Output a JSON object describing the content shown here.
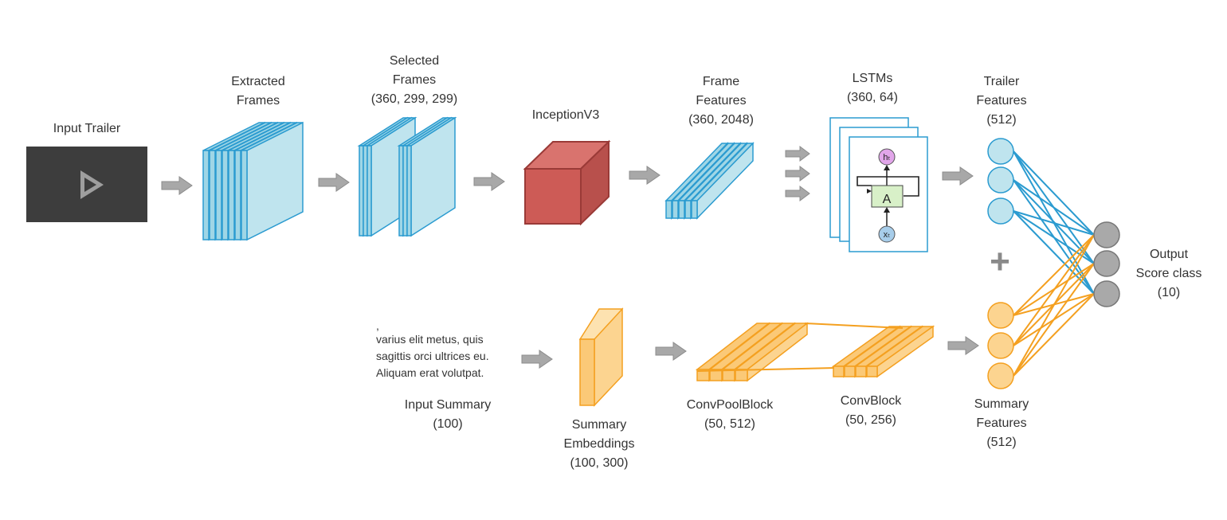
{
  "input_trailer": {
    "label": "Input Trailer"
  },
  "extracted_frames": {
    "label_line1": "Extracted",
    "label_line2": "Frames"
  },
  "selected_frames": {
    "label_line1": "Selected",
    "label_line2": "Frames",
    "shape": "(360, 299, 299)"
  },
  "inception": {
    "label": "InceptionV3"
  },
  "frame_features": {
    "label_line1": "Frame",
    "label_line2": "Features",
    "shape": "(360, 2048)"
  },
  "lstms": {
    "label": "LSTMs",
    "shape": "(360, 64)",
    "cell_label": "A",
    "output_symbol": "hₜ",
    "input_symbol": "xₜ"
  },
  "trailer_features": {
    "label_line1": "Trailer",
    "label_line2": "Features",
    "shape": "(512)"
  },
  "output": {
    "label_line1": "Output",
    "label_line2": "Score class",
    "shape": "(10)"
  },
  "combine_symbol": "+",
  "input_summary": {
    "text_lines": [
      ",",
      "varius elit metus, quis",
      "sagittis orci ultrices eu.",
      "Aliquam erat volutpat."
    ],
    "label": "Input Summary",
    "shape": "(100)"
  },
  "summary_embeddings": {
    "label_line1": "Summary",
    "label_line2": "Embeddings",
    "shape": "(100, 300)"
  },
  "conv_pool_block": {
    "label": "ConvPoolBlock",
    "shape": "(50, 512)"
  },
  "conv_block": {
    "label": "ConvBlock",
    "shape": "(50, 256)"
  },
  "summary_features": {
    "label_line1": "Summary",
    "label_line2": "Features",
    "shape": "(512)"
  },
  "colors": {
    "blue": "#2b9bd0",
    "blue_fill": "#bfe4ee",
    "orange": "#f4a020",
    "orange_fill": "#fcd490",
    "red": "#cd5b56",
    "red_dark": "#9a3a37",
    "gray_node": "#a9a9a9",
    "arrow": "#a8a8a8",
    "player_bg": "#3d3d3d",
    "cell_green": "#d8f0c8",
    "h_purple": "#e2a6ea",
    "x_blue": "#a7cdea"
  }
}
